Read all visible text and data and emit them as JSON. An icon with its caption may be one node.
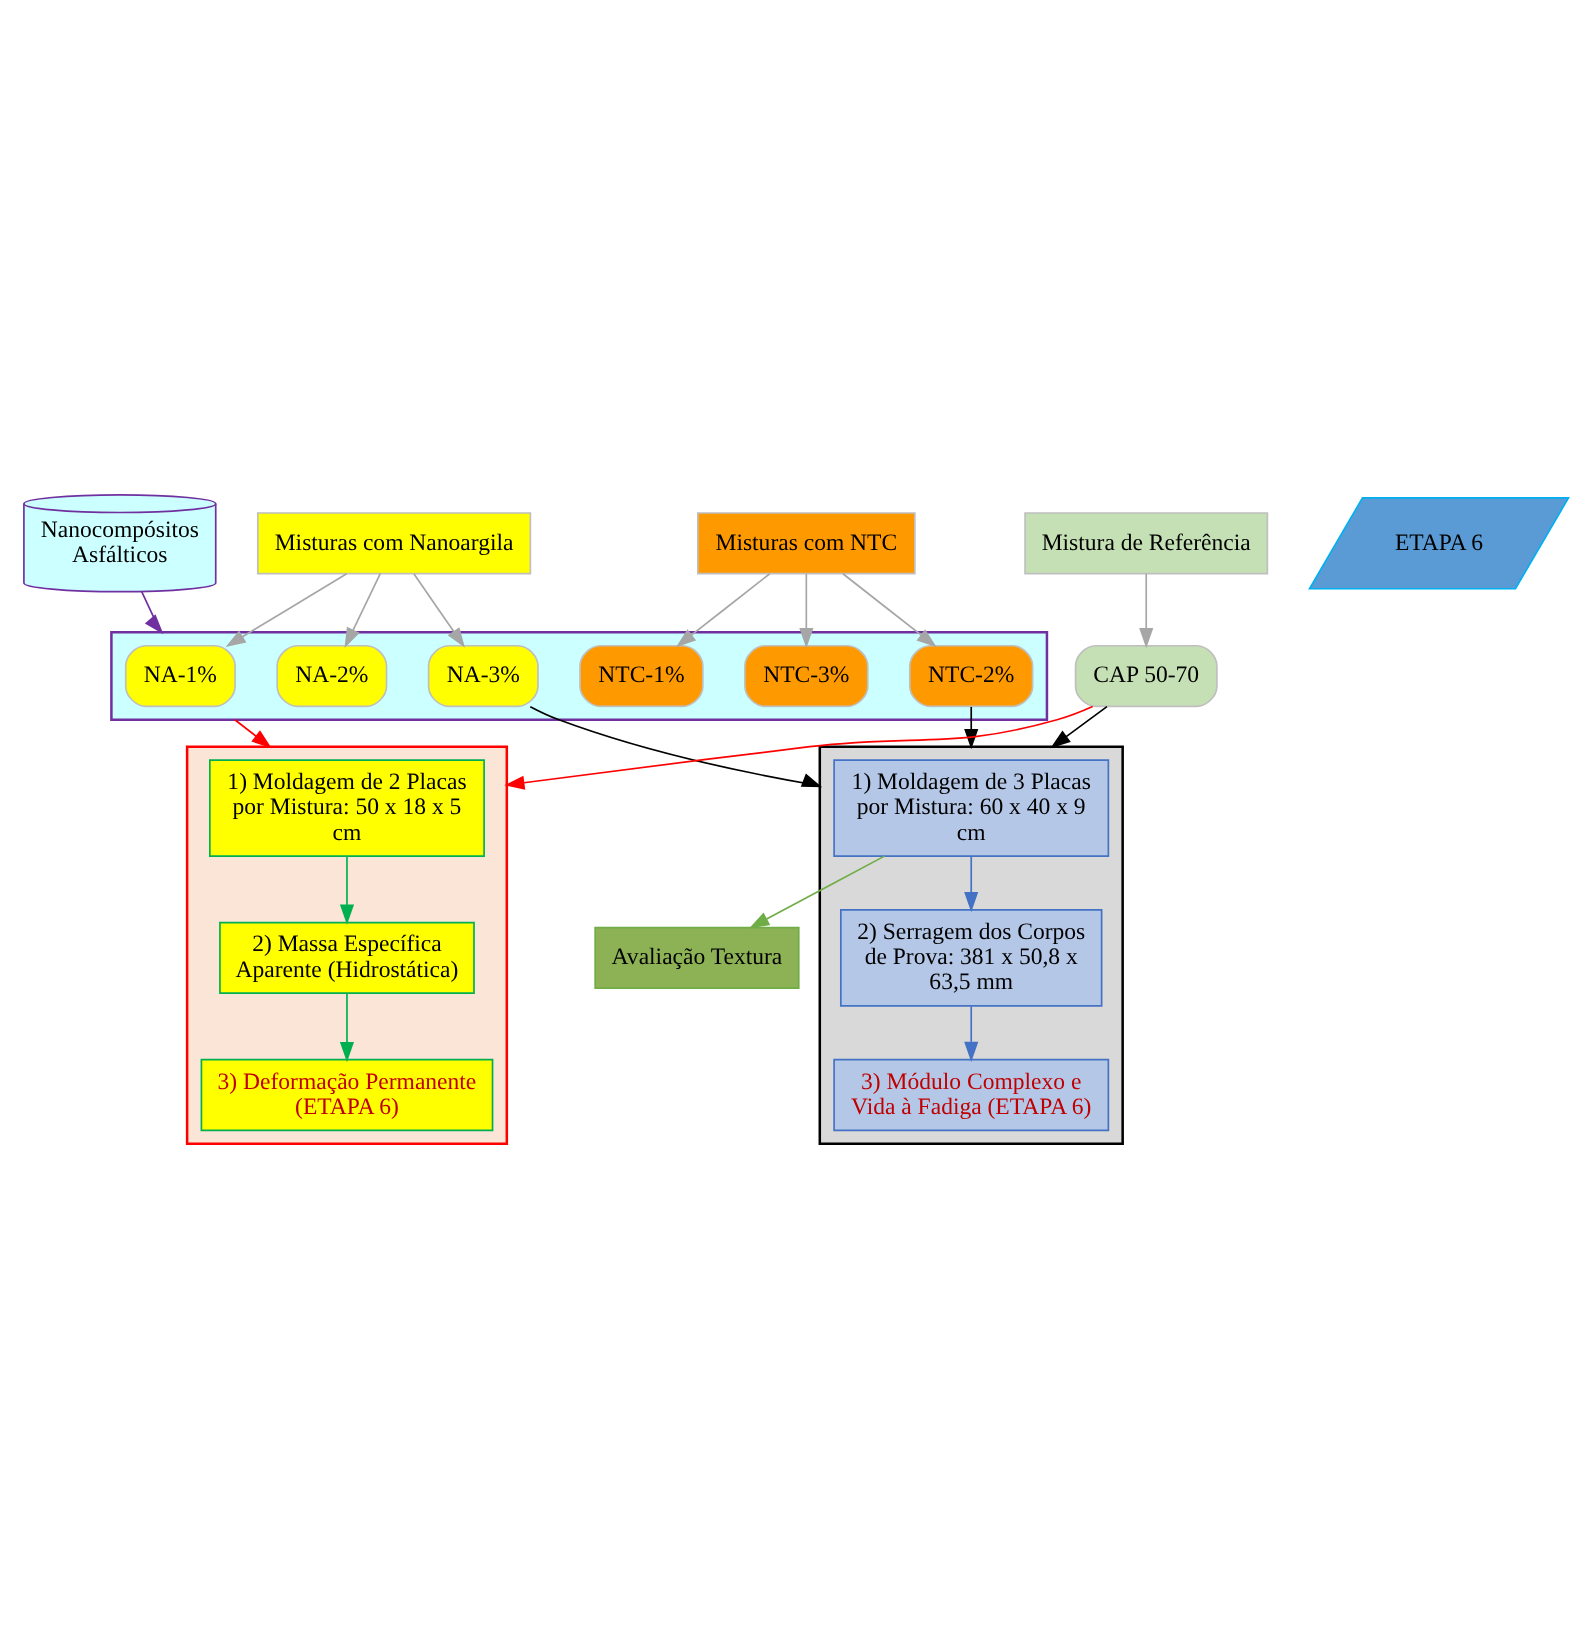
{
  "diagram": {
    "nodes": [
      {
        "text": [
          "Nanocompósitos Asfálticos"
        ]
      },
      {
        "text": [
          "Avaliação Textura"
        ]
      },
      {
        "text": [],
        "shape": "box"
      },
      {
        "text": [
          "1) Moldagem de 3 Placas por Mistura: 60 x 40 x 9 cm"
        ],
        "in": 2
      },
      {
        "text": [
          "2) Serragem dos Corpos de Prova: 381 x 50,8 x 63,5 mm"
        ],
        "in": 2
      },
      {
        "text": [
          "3) Módulo Complexo e Vida à Fadiga (ETAPA 6)"
        ],
        "in": 2
      },
      {
        "text": [
          "Misturas com Nanoargila"
        ]
      },
      {
        "text": [],
        "shape": "box"
      },
      {
        "text": [
          "NA-1%"
        ],
        "in": 7
      },
      {
        "text": [
          "NA-2%"
        ],
        "in": 7
      },
      {
        "text": [
          "NA-3%"
        ],
        "in": 7
      },
      {
        "text": [
          "Misturas com NTC"
        ]
      },
      {
        "text": [
          "NTC-1%"
        ],
        "in": 7
      },
      {
        "text": [
          "NTC-2%"
        ],
        "in": 7
      },
      {
        "text": [
          "NTC-3%"
        ],
        "in": 7
      },
      {
        "text": [
          "Mistura de Referência"
        ]
      },
      {
        "text": [
          "CAP 50-70"
        ]
      },
      {
        "text": [],
        "shape": "box"
      },
      {
        "text": [
          "1) Moldagem de 2 Placas por Mistura: 50 x 18 x 5 cm"
        ],
        "in": 17
      },
      {
        "text": [
          "2) Massa Específica Aparente (Hidrostática)"
        ],
        "in": 17
      },
      {
        "text": [
          "3) Deformação Permanente (ETAPA 6)"
        ],
        "in": 17
      },
      {
        "text": [
          "ETAPA 6"
        ]
      }
    ],
    "edges": [
      {
        "from": 0,
        "to": 7,
        "arrow": "to",
        "color": "#7030a0"
      },
      {
        "from": 3,
        "to": 1,
        "arrow": "to",
        "color": "#70ad47"
      },
      {
        "from": 3,
        "to": 4,
        "arrow": "to",
        "color": "#4472c4"
      },
      {
        "from": 4,
        "to": 5,
        "arrow": "to",
        "color": "#4472c4"
      },
      {
        "from": 6,
        "to": 8,
        "arrow": "to",
        "color": "#a6a6a6"
      },
      {
        "from": 6,
        "to": 9,
        "arrow": "to",
        "color": "#a6a6a6"
      },
      {
        "from": 6,
        "to": 10,
        "arrow": "to",
        "color": "#a6a6a6"
      },
      {
        "from": 11,
        "to": 12,
        "arrow": "to",
        "color": "#a6a6a6"
      },
      {
        "from": 11,
        "to": 13,
        "arrow": "to",
        "color": "#a6a6a6"
      },
      {
        "from": 11,
        "to": 14,
        "arrow": "to",
        "color": "#a6a6a6"
      },
      {
        "from": 10,
        "to": 2,
        "arrow": "to",
        "color": "#000000"
      },
      {
        "from": 13,
        "to": 2,
        "arrow": "to",
        "color": "#000000"
      },
      {
        "from": 15,
        "to": 16,
        "arrow": "to",
        "color": "#a6a6a6"
      },
      {
        "from": 16,
        "to": 2,
        "arrow": "to",
        "color": "#000000"
      },
      {
        "from": 7,
        "to": 17,
        "arrow": "to",
        "color": "#ff0000"
      },
      {
        "from": 16,
        "to": 17,
        "arrow": "to",
        "color": "#ff0000"
      },
      {
        "from": 18,
        "to": 19,
        "arrow": "to",
        "color": "#00b050"
      },
      {
        "from": 19,
        "to": 20,
        "arrow": "to",
        "color": "#00b050"
      }
    ]
  }
}
